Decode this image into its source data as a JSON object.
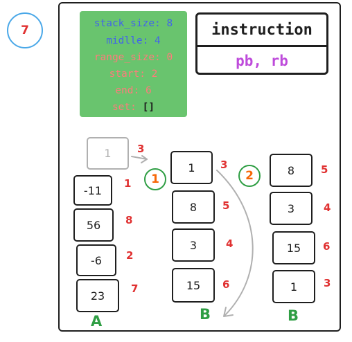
{
  "step": "7",
  "state": {
    "stack_size": "stack_size: 8",
    "midlle": "midlle: 4",
    "range_size": "range_size: 0",
    "start": "start: 2",
    "end": "end: 6",
    "set_label": "set:",
    "set_value": "[]"
  },
  "instruction": {
    "title": "instruction",
    "value": "pb, rb"
  },
  "moving_card": {
    "value": "1",
    "index": "3"
  },
  "stack_a": {
    "label": "A",
    "cards": [
      {
        "value": "-11",
        "index": "1"
      },
      {
        "value": "56",
        "index": "8"
      },
      {
        "value": "-6",
        "index": "2"
      },
      {
        "value": "23",
        "index": "7"
      }
    ]
  },
  "stack_b1": {
    "label": "B",
    "step_marker": "1",
    "cards": [
      {
        "value": "1",
        "index": "3"
      },
      {
        "value": "8",
        "index": "5"
      },
      {
        "value": "3",
        "index": "4"
      },
      {
        "value": "15",
        "index": "6"
      }
    ]
  },
  "stack_b2": {
    "label": "B",
    "step_marker": "2",
    "cards": [
      {
        "value": "8",
        "index": "5"
      },
      {
        "value": "3",
        "index": "4"
      },
      {
        "value": "15",
        "index": "6"
      },
      {
        "value": "1",
        "index": "3"
      }
    ]
  },
  "colors": {
    "state_bg": "#69c46e",
    "blue_text": "#4263eb",
    "salmon_text": "#ff7b7b",
    "index_red": "#e03131",
    "purple": "#be4bdb",
    "green": "#2f9e44",
    "orange": "#f76707",
    "arrow_gray": "#b0b0b0"
  }
}
